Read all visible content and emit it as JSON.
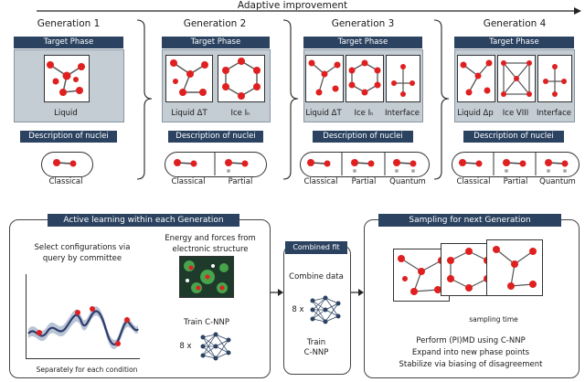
{
  "header": {
    "title": "Adaptive improvement"
  },
  "labels": {
    "target_phase": "Target Phase",
    "description": "Description of nuclei"
  },
  "generations": [
    {
      "title": "Generation 1",
      "phases": [
        "Liquid"
      ],
      "nuclei": [
        "Classical"
      ]
    },
    {
      "title": "Generation 2",
      "phases": [
        "Liquid ΔT",
        "Ice Iₕ"
      ],
      "nuclei": [
        "Classical",
        "Partial"
      ]
    },
    {
      "title": "Generation 3",
      "phases": [
        "Liquid ΔT",
        "Ice Iₕ",
        "Interface"
      ],
      "nuclei": [
        "Classical",
        "Partial",
        "Quantum"
      ]
    },
    {
      "title": "Generation 4",
      "phases": [
        "Liquid Δp",
        "Ice VIII",
        "Interface"
      ],
      "nuclei": [
        "Classical",
        "Partial",
        "Quantum"
      ]
    }
  ],
  "active_learning": {
    "title": "Active learning within each Generation",
    "select_text_1": "Select configurations via",
    "select_text_2": "query by committee",
    "energy_text_1": "Energy and forces from",
    "energy_text_2": "electronic structure",
    "train_text": "Train C-NNP",
    "multiplier": "8 x",
    "footer": "Separately for each condition"
  },
  "combined_fit": {
    "title": "Combined fit",
    "combine_text": "Combine data",
    "multiplier": "8 x",
    "train_line1": "Train",
    "train_line2": "C-NNP"
  },
  "sampling": {
    "title": "Sampling for next Generation",
    "axis_label": "sampling time",
    "line1": "Perform (PI)MD using C-NNP",
    "line2": "Expand into new phase points",
    "line3": "Stabilize via biasing of disagreement"
  },
  "colors": {
    "dark_bar": "#2b4260",
    "phase_bg": "#c4ccd4",
    "oxygen": "#e02020",
    "curve": "#2e3c6e",
    "band": "#b9c4d4"
  }
}
